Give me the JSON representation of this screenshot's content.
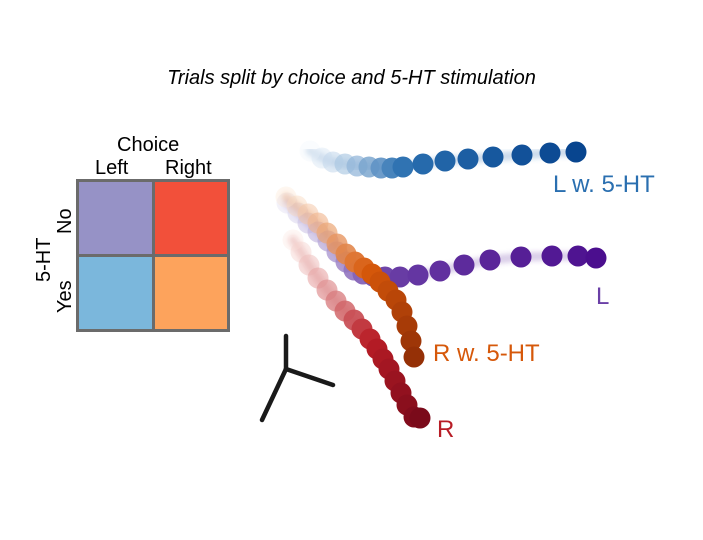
{
  "title": "Trials split by choice and 5-HT stimulation",
  "legend": {
    "column_header": "Choice",
    "columns": [
      "Left",
      "Right"
    ],
    "row_header": "5-HT",
    "rows": [
      "No",
      "Yes"
    ],
    "colors": {
      "no_left": "#9692c6",
      "no_right": "#f2503a",
      "yes_left": "#7bb7dc",
      "yes_right": "#fda35c"
    }
  },
  "trajectories": [
    {
      "id": "L w. 5-HT",
      "label": "L w. 5-HT",
      "color": "#2a6fb0",
      "light": "#f2f7fd",
      "dark": "#08458f"
    },
    {
      "id": "L",
      "label": "L",
      "color": "#6a3fa6",
      "light": "#dcdaf0",
      "dark": "#4b0e8e"
    },
    {
      "id": "R w. 5-HT",
      "label": "R w. 5-HT",
      "color": "#d6580a",
      "light": "#fde8d4",
      "dark": "#953006"
    },
    {
      "id": "R",
      "label": "R",
      "color": "#b81d26",
      "light": "#fde8e3",
      "dark": "#7a0a1a"
    }
  ],
  "axes_icon": "three-axis-icon"
}
